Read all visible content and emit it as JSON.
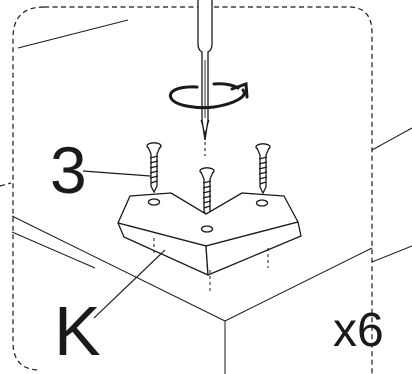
{
  "callouts": {
    "step_number": "3",
    "part_label": "K",
    "quantity": "x6"
  },
  "icons": {
    "tool": "screwdriver-icon",
    "motion": "rotate-clockwise-icon",
    "fastener": "screw-icon"
  },
  "colors": {
    "line": "#1a1a1a",
    "background": "#ffffff"
  }
}
